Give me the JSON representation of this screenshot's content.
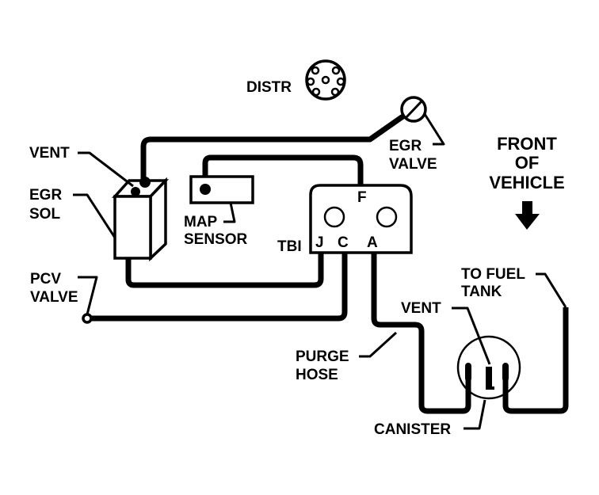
{
  "diagram": {
    "title": "Vacuum hose routing diagram",
    "labels": {
      "distr": "DISTR",
      "vent_top": "VENT",
      "egr_sol_line1": "EGR",
      "egr_sol_line2": "SOL",
      "map_sensor_line1": "MAP",
      "map_sensor_line2": "SENSOR",
      "egr_valve_line1": "EGR",
      "egr_valve_line2": "VALVE",
      "tbi": "TBI",
      "port_j": "J",
      "port_c": "C",
      "port_a": "A",
      "port_f": "F",
      "pcv_valve_line1": "PCV",
      "pcv_valve_line2": "VALVE",
      "purge_hose_line1": "PURGE",
      "purge_hose_line2": "HOSE",
      "vent_canister": "VENT",
      "to_fuel_tank_line1": "TO FUEL",
      "to_fuel_tank_line2": "TANK",
      "canister": "CANISTER",
      "front_line1": "FRONT",
      "front_line2": "OF",
      "front_line3": "VEHICLE"
    },
    "icons": {
      "direction": "arrow-down-icon"
    },
    "colors": {
      "ink": "#000000",
      "paper": "#ffffff"
    }
  }
}
